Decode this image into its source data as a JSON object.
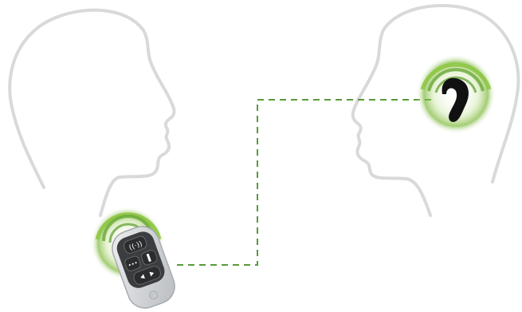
{
  "colors": {
    "background": "#ffffff",
    "head_outline": "#d9d9d9",
    "link_line": "#5a9a3a",
    "signal_green": "#8cc63f",
    "signal_green_dark": "#5a9a2a",
    "device_body": "#d5d7d9",
    "device_panel": "#3b3d40",
    "earpiece": "#111111"
  },
  "icons": {
    "left_person": "head-profile-facing-right",
    "right_person": "head-profile-facing-left",
    "remote": "handheld-remote-microphone",
    "earpiece": "hearing-aid-earpiece",
    "signal": "radio-signal-rings",
    "connection": "dashed-wireless-link"
  }
}
